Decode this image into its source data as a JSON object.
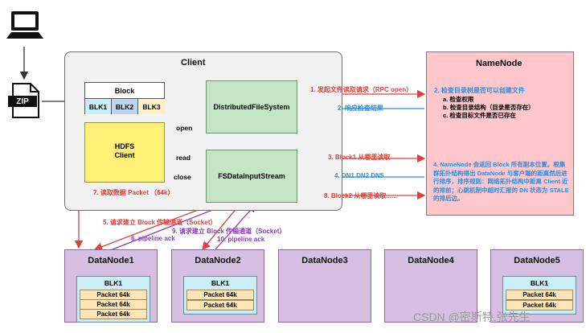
{
  "client": {
    "title": "Client"
  },
  "namenode": {
    "title": "NameNode",
    "check_title": "2. 检查目录树是否可以创建文件",
    "check_items": [
      "a. 检查权限",
      "b. 检查目录结构（目录是否存在）",
      "c. 检查目标文件是否已存在"
    ],
    "step4": "4. NameNode 会返回 Block 所有副本位置。根集群拓扑结构得出 DataNode 与客户端的距离然后进行排序，排序规则：网络拓扑结构中距离 Client 近的排前；心跳机制中超时汇报的 DN 状态为 STALE 的排后边。"
  },
  "block": {
    "title": "Block",
    "items": [
      "BLK1",
      "BLK2",
      "BLK3"
    ]
  },
  "hdfs_client": {
    "line1": "HDFS",
    "line2": "Client"
  },
  "ops": {
    "open": "open",
    "read": "read",
    "close": "close"
  },
  "dfs": {
    "label": "DistributedFileSystem"
  },
  "fsdis": {
    "label": "FSDataInputStream"
  },
  "zip": {
    "label": "ZIP"
  },
  "messages": {
    "m1": "1. 发起文件读取请求（RPC open）",
    "m2": "2. 响应检查结果",
    "m3": "3. Block1 从哪里读取",
    "m4": "4. DN1 DN2 DN5",
    "m7": "7. 读取数据 Packet （64k）",
    "m8": "8. Block2 从哪里读取......",
    "m5": "5. 请求建立 Block 传输通道（Socket）",
    "m6": "6. pipeline ack",
    "m9": "9. 请求建立 Block 传输通道（Socket）",
    "m10": "10. pipeline ack"
  },
  "datanodes": [
    {
      "name": "DataNode1",
      "block": "BLK1",
      "packets": [
        "Packet 64k",
        "Packet 64k",
        "Packet 64k"
      ]
    },
    {
      "name": "DataNode2",
      "block": "BLK1",
      "packets": [
        "Packet 64k",
        "Packet 64k"
      ]
    },
    {
      "name": "DataNode3"
    },
    {
      "name": "DataNode4"
    },
    {
      "name": "DataNode5",
      "block": "BLK1",
      "packets": [
        "Packet 64k",
        "Packet 64k"
      ]
    }
  ],
  "watermark": "CSDN @密斯特.张先生",
  "colors": {
    "red": "#e0403a",
    "blue": "#2a8ee0",
    "purple": "#8a3bbd"
  }
}
